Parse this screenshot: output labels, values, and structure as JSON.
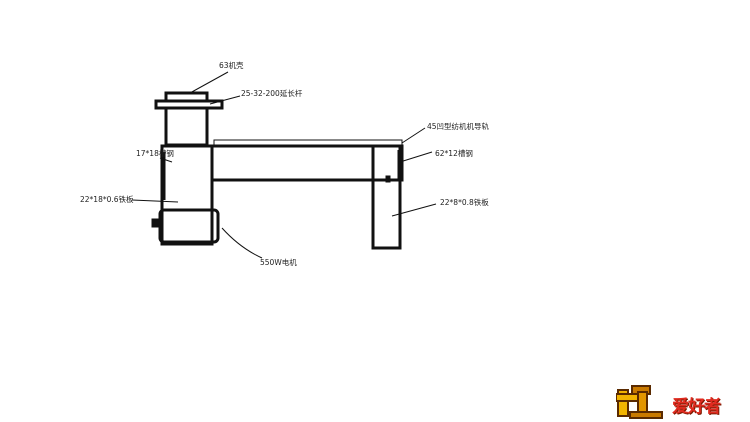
{
  "labels": {
    "housing": "63机壳",
    "extension_rod": "25-32-200延长杆",
    "rail": "45凹型纺机机导轨",
    "slot_steel_right": "62*12槽钢",
    "slot_steel_left": "17*18槽钢",
    "iron_plate_left": "22*18*0.6铁板",
    "iron_plate_right": "22*8*0.8铁板",
    "motor": "550W电机"
  },
  "logo": {
    "text": "爱好者",
    "glyph": "木工"
  }
}
